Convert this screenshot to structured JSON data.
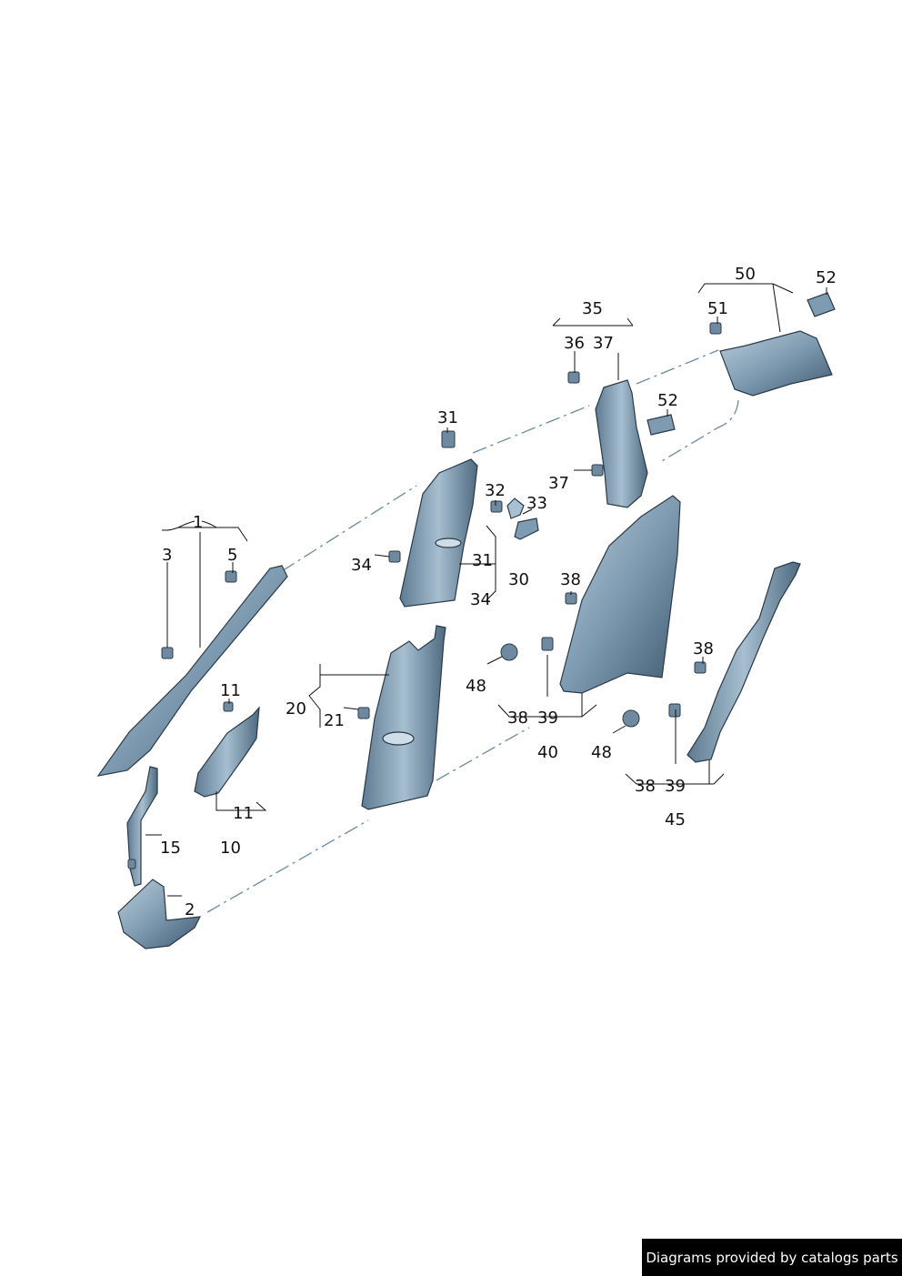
{
  "callouts": [
    "1",
    "3",
    "5",
    "11",
    "11",
    "10",
    "15",
    "2",
    "20",
    "21",
    "31",
    "32",
    "33",
    "34",
    "31",
    "30",
    "34",
    "35",
    "36",
    "37",
    "37",
    "52",
    "50",
    "51",
    "52",
    "38",
    "48",
    "38",
    "39",
    "40",
    "48",
    "38",
    "38",
    "39",
    "45"
  ],
  "credit": "Diagrams provided by catalogs parts",
  "colors": {
    "part_light": "#a9c0d2",
    "part_dark": "#4e6a80",
    "outline": "#2a3a48",
    "dash": "#6a8aa0",
    "credit_bg": "#000000"
  }
}
